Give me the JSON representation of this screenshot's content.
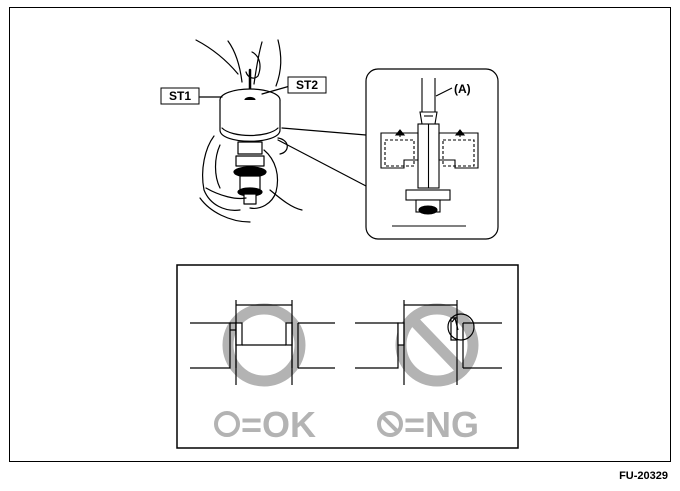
{
  "labels": {
    "st1": "ST1",
    "st2": "ST2",
    "part_a": "(A)",
    "ok": "=OK",
    "ng": "=NG",
    "figure_code": "FU-20329"
  },
  "colors": {
    "line": "#000000",
    "symbol_gray": "#b3b3b3",
    "background": "#ffffff"
  },
  "icons": {
    "ok_symbol": "circle-icon",
    "ng_symbol": "prohibited-icon"
  }
}
